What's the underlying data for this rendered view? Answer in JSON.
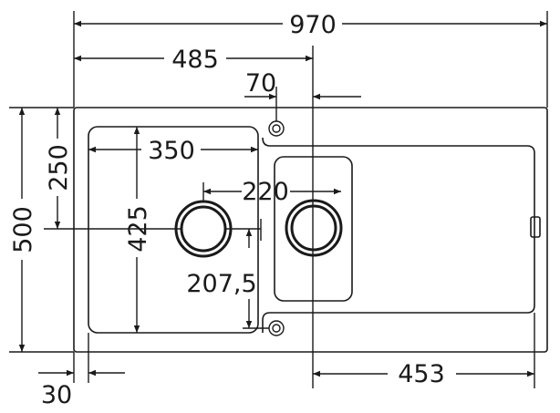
{
  "dimensions": {
    "overall_width": "970",
    "half_width": "485",
    "tap_offset": "70",
    "overall_depth": "500",
    "bowl_offset_depth": "250",
    "main_bowl_width": "350",
    "main_bowl_depth": "425",
    "drain_spacing": "220",
    "drain_offset": "207,5",
    "edge_offset": "30",
    "drainer_width": "453"
  },
  "colors": {
    "line": "#1a1a1a",
    "background": "#ffffff"
  }
}
